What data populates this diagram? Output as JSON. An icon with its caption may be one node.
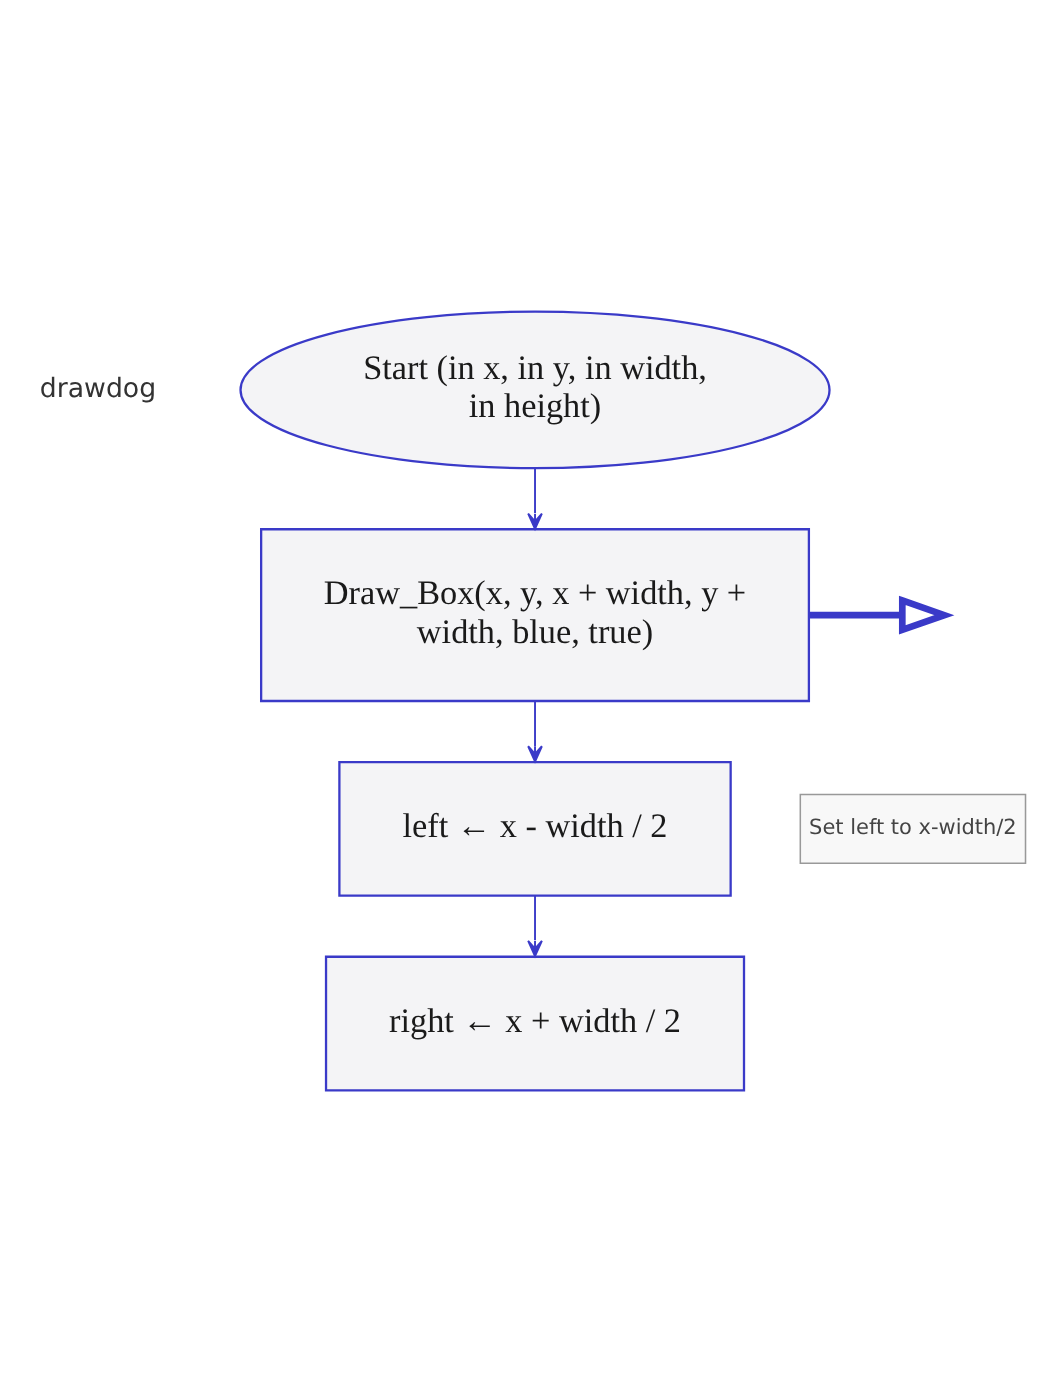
{
  "diagram": {
    "nodes": [
      {
        "text": [
          "Start (in x, in y, in width, in height)"
        ]
      },
      {
        "text": [
          "Draw_Box(x, y, x + width, y + width, blue, true)"
        ]
      },
      {
        "text": [
          "left ← x - width / 2"
        ],
        "beside": [
          "Set left to x-width/2"
        ]
      },
      {
        "text": [
          "right ← x + width / 2"
        ]
      }
    ],
    "edges": [
      {
        "from": 0,
        "to": 1,
        "arrow": "to"
      },
      {
        "from": 1,
        "to": 2,
        "arrow": "to"
      },
      {
        "from": 2,
        "to": 3,
        "arrow": "to"
      },
      {
        "from": 1,
        "to": null,
        "arrow": "to",
        "style": "thick"
      }
    ],
    "labels": [
      "drawdog"
    ]
  }
}
